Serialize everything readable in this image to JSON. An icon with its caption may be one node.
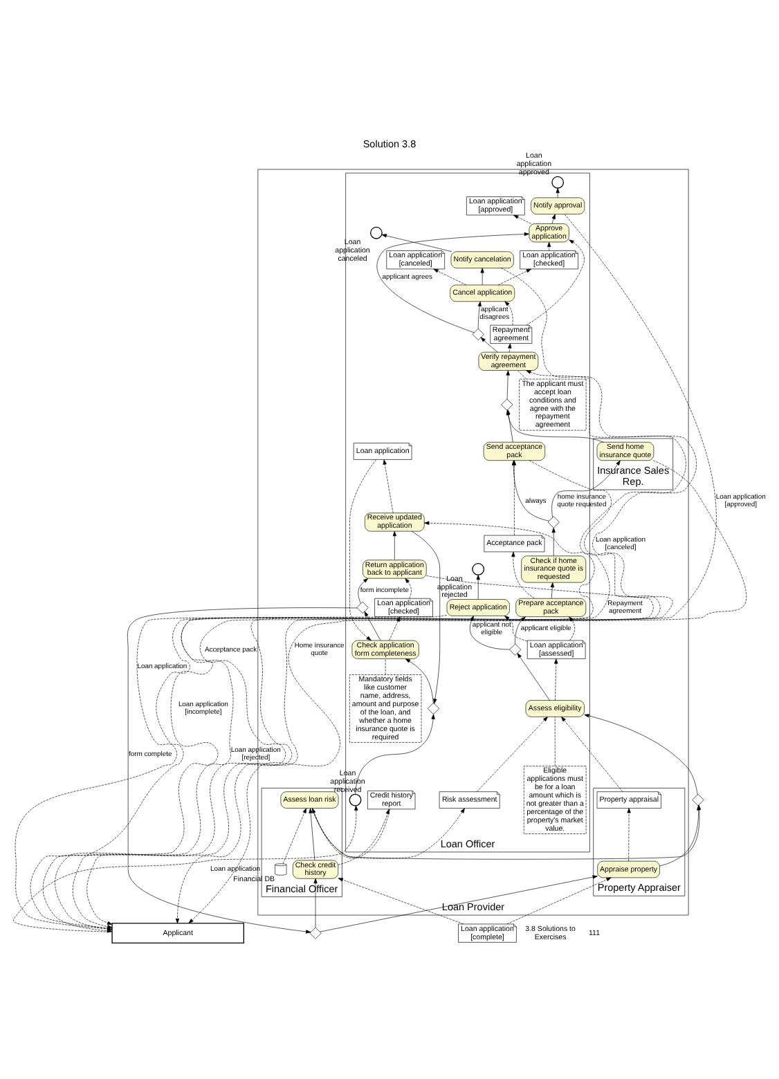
{
  "diagram": {
    "title": "Solution 3.8",
    "nodes": [
      {
        "text": [
          "Applicant"
        ]
      },
      {
        "text": [
          "Loan Provider"
        ]
      },
      {
        "text": [
          "Loan Officer"
        ],
        "in": 1
      },
      {
        "text": [
          "Financial Officer"
        ],
        "in": 1
      },
      {
        "text": [
          "Property Appraiser"
        ],
        "in": 1
      },
      {
        "text": [
          "Insurance Sales Rep."
        ],
        "in": 1
      },
      {
        "text": [],
        "shape": "circle",
        "beside": [
          "Loan application received"
        ],
        "in": 2
      },
      {
        "text": [
          "Receive updated application"
        ],
        "in": 2
      },
      {
        "text": [],
        "shape": "diamond",
        "in": 2
      },
      {
        "text": [
          "Check application form completeness"
        ],
        "in": 2
      },
      {
        "text": [
          "Loan application"
        ],
        "in": 2
      },
      {
        "text": [
          "Loan application [checked]"
        ],
        "in": 2
      },
      {
        "text": [
          "Mandatory fields like customer name, address, amount and purpose of the loan, and whether a home insurance quote is required"
        ],
        "in": 2
      },
      {
        "text": [],
        "shape": "diamond",
        "in": 2
      },
      {
        "text": [
          "Return application back to applicant"
        ],
        "in": 2
      },
      {
        "text": [
          "Assess eligibility"
        ],
        "in": 2
      },
      {
        "text": [
          "Eligible applications must be for a loan amount which is not greater than a percentage of the property's market value."
        ],
        "in": 2
      },
      {
        "text": [],
        "shape": "diamond",
        "in": 2
      },
      {
        "text": [
          "Reject application"
        ],
        "in": 2
      },
      {
        "text": [],
        "shape": "circle",
        "beside": [
          "Loan application rejected"
        ],
        "in": 2
      },
      {
        "text": [
          "Loan application [assessed]"
        ],
        "in": 2
      },
      {
        "text": [
          "Prepare acceptance pack"
        ],
        "in": 2
      },
      {
        "text": [
          "Acceptance pack"
        ],
        "in": 2
      },
      {
        "text": [
          "Check if home insurance quote is requested"
        ],
        "in": 2
      },
      {
        "text": [],
        "shape": "diamond",
        "in": 2
      },
      {
        "text": [
          "Send acceptance pack"
        ],
        "in": 2
      },
      {
        "text": [],
        "shape": "diamond",
        "in": 2
      },
      {
        "text": [
          "Verify repayment agreement"
        ],
        "in": 2
      },
      {
        "text": [
          "The applicant must accept loan conditions and agree with the repayment agreement"
        ],
        "in": 2
      },
      {
        "text": [],
        "shape": "diamond",
        "in": 2
      },
      {
        "text": [
          "Repayment agreement"
        ],
        "in": 2
      },
      {
        "text": [
          "Cancel application"
        ],
        "in": 2
      },
      {
        "text": [
          "Loan application [canceled]"
        ],
        "in": 2
      },
      {
        "text": [
          "Notify cancelation"
        ],
        "in": 2
      },
      {
        "text": [],
        "shape": "circle",
        "beside": [
          "Loan application canceled"
        ],
        "in": 2
      },
      {
        "text": [
          "Approve application"
        ],
        "in": 2
      },
      {
        "text": [
          "Loan application [approved]"
        ],
        "in": 2
      },
      {
        "text": [
          "Loan application [checked]"
        ],
        "in": 2
      },
      {
        "text": [
          "Notify approval"
        ],
        "in": 2
      },
      {
        "text": [],
        "shape": "circle",
        "beside": [
          "Loan application approved"
        ],
        "in": 2
      },
      {
        "text": [],
        "shape": "cylinder",
        "beside": [
          "Financial DB"
        ],
        "in": 3
      },
      {
        "text": [
          "Check credit history"
        ],
        "in": 3
      },
      {
        "text": [
          "Assess loan risk"
        ],
        "in": 3
      },
      {
        "text": [
          "Credit history report"
        ],
        "in": 2
      },
      {
        "text": [
          "Risk assessment"
        ],
        "in": 2
      },
      {
        "text": [],
        "shape": "diamond"
      },
      {
        "text": [],
        "shape": "diamond"
      },
      {
        "text": [
          "Appraise property"
        ],
        "in": 4
      },
      {
        "text": [
          "Loan application [complete]"
        ]
      },
      {
        "text": [
          "Property appraisal"
        ],
        "in": 4
      },
      {
        "text": [
          "Send home insurance quote"
        ],
        "in": 5
      }
    ],
    "edges": [
      {
        "from": 6,
        "to": 8,
        "arrow": "to"
      },
      {
        "from": 7,
        "to": 8,
        "arrow": "to"
      },
      {
        "from": 8,
        "to": 9,
        "arrow": "to"
      },
      {
        "from": 9,
        "to": 13,
        "arrow": "to"
      },
      {
        "from": 13,
        "to": 14,
        "arrow": "to",
        "label": "form incomplete"
      },
      {
        "from": 14,
        "to": 7,
        "arrow": "to"
      },
      {
        "from": 13,
        "to": 45,
        "arrow": "to",
        "label": "form complete"
      },
      {
        "from": 45,
        "to": 41,
        "arrow": "to"
      },
      {
        "from": 45,
        "to": 47,
        "arrow": "to"
      },
      {
        "from": 41,
        "to": 42,
        "arrow": "to"
      },
      {
        "from": 42,
        "to": 46,
        "arrow": "to"
      },
      {
        "from": 47,
        "to": 46,
        "arrow": "to"
      },
      {
        "from": 46,
        "to": 15,
        "arrow": "to"
      },
      {
        "from": 15,
        "to": 17,
        "arrow": "to"
      },
      {
        "from": 17,
        "to": 18,
        "arrow": "to",
        "label": "applicant not eligible"
      },
      {
        "from": 18,
        "to": 19,
        "arrow": "to"
      },
      {
        "from": 17,
        "to": 21,
        "arrow": "to",
        "label": "applicant eligible"
      },
      {
        "from": 21,
        "to": 23,
        "arrow": "to"
      },
      {
        "from": 23,
        "to": 24,
        "arrow": "to"
      },
      {
        "from": 24,
        "to": 25,
        "arrow": "to",
        "label": "always"
      },
      {
        "from": 24,
        "to": 50,
        "arrow": "to",
        "label": "home insurance quote requested"
      },
      {
        "from": 25,
        "to": 26,
        "arrow": "to"
      },
      {
        "from": 50,
        "to": 26,
        "arrow": "to"
      },
      {
        "from": 26,
        "to": 27,
        "arrow": "to"
      },
      {
        "from": 27,
        "to": 29,
        "arrow": "to"
      },
      {
        "from": 29,
        "to": 31,
        "arrow": "to",
        "label": "applicant disagrees"
      },
      {
        "from": 31,
        "to": 33,
        "arrow": "to"
      },
      {
        "from": 33,
        "to": 34,
        "arrow": "to"
      },
      {
        "from": 29,
        "to": 35,
        "arrow": "to",
        "label": "applicant agrees"
      },
      {
        "from": 35,
        "to": 38,
        "arrow": "to"
      },
      {
        "from": 38,
        "to": 39,
        "arrow": "to"
      },
      {
        "from": 0,
        "to": 6,
        "arrow": "to",
        "style": "dashed",
        "label": "Loan application"
      },
      {
        "from": 0,
        "to": 7,
        "arrow": "to",
        "style": "dashed",
        "label": "Loan application"
      },
      {
        "from": 14,
        "to": 0,
        "arrow": "to",
        "style": "dashed",
        "label": "Loan application [incomplete]"
      },
      {
        "from": 18,
        "to": 0,
        "arrow": "to",
        "style": "dashed",
        "label": "Loan application [rejected]"
      },
      {
        "from": 25,
        "to": 0,
        "arrow": "to",
        "style": "dashed",
        "label": "Acceptance pack"
      },
      {
        "from": 50,
        "to": 0,
        "arrow": "to",
        "style": "dashed",
        "label": "Home insurance quote"
      },
      {
        "from": 0,
        "to": 27,
        "arrow": "to",
        "style": "dashed",
        "label": "Repayment agreement"
      },
      {
        "from": 33,
        "to": 0,
        "arrow": "to",
        "style": "dashed",
        "label": "Loan application [canceled]"
      },
      {
        "from": 38,
        "to": 0,
        "arrow": "to",
        "style": "dashed",
        "label": "Loan application [approved]"
      },
      {
        "from": 7,
        "to": 10,
        "arrow": "to",
        "style": "dashed"
      },
      {
        "from": 10,
        "to": 9,
        "arrow": "to",
        "style": "dashed"
      },
      {
        "from": 9,
        "to": 11,
        "arrow": "to",
        "style": "dashed"
      },
      {
        "from": 11,
        "to": 14,
        "arrow": "to",
        "style": "dashed"
      },
      {
        "from": 12,
        "to": 9,
        "arrow": "none",
        "style": "dashed"
      },
      {
        "from": 48,
        "to": 41,
        "arrow": "to",
        "style": "dashed"
      },
      {
        "from": 48,
        "to": 47,
        "arrow": "to",
        "style": "dashed"
      },
      {
        "from": 40,
        "to": 42,
        "arrow": "to",
        "style": "dashed"
      },
      {
        "from": 41,
        "to": 43,
        "arrow": "to",
        "style": "dashed"
      },
      {
        "from": 43,
        "to": 42,
        "arrow": "to",
        "style": "dashed"
      },
      {
        "from": 42,
        "to": 44,
        "arrow": "to",
        "style": "dashed"
      },
      {
        "from": 44,
        "to": 15,
        "arrow": "to",
        "style": "dashed"
      },
      {
        "from": 47,
        "to": 49,
        "arrow": "to",
        "style": "dashed"
      },
      {
        "from": 49,
        "to": 15,
        "arrow": "to",
        "style": "dashed"
      },
      {
        "from": 16,
        "to": 15,
        "arrow": "none",
        "style": "dashed"
      },
      {
        "from": 15,
        "to": 20,
        "arrow": "to",
        "style": "dashed"
      },
      {
        "from": 20,
        "to": 18,
        "arrow": "to",
        "style": "dashed"
      },
      {
        "from": 20,
        "to": 21,
        "arrow": "to",
        "style": "dashed"
      },
      {
        "from": 21,
        "to": 22,
        "arrow": "to",
        "style": "dashed"
      },
      {
        "from": 22,
        "to": 25,
        "arrow": "to",
        "style": "dashed"
      },
      {
        "from": 28,
        "to": 27,
        "arrow": "none",
        "style": "dashed"
      },
      {
        "from": 27,
        "to": 30,
        "arrow": "to",
        "style": "dashed"
      },
      {
        "from": 30,
        "to": 31,
        "arrow": "to",
        "style": "dashed"
      },
      {
        "from": 30,
        "to": 35,
        "arrow": "to",
        "style": "dashed"
      },
      {
        "from": 31,
        "to": 32,
        "arrow": "to",
        "style": "dashed"
      },
      {
        "from": 31,
        "to": 37,
        "arrow": "to",
        "style": "dashed"
      },
      {
        "from": 37,
        "to": 35,
        "arrow": "to",
        "style": "dashed"
      },
      {
        "from": 35,
        "to": 36,
        "arrow": "to",
        "style": "dashed"
      }
    ],
    "labels": [
      "3.8 Solutions to Exercises",
      "111"
    ]
  }
}
